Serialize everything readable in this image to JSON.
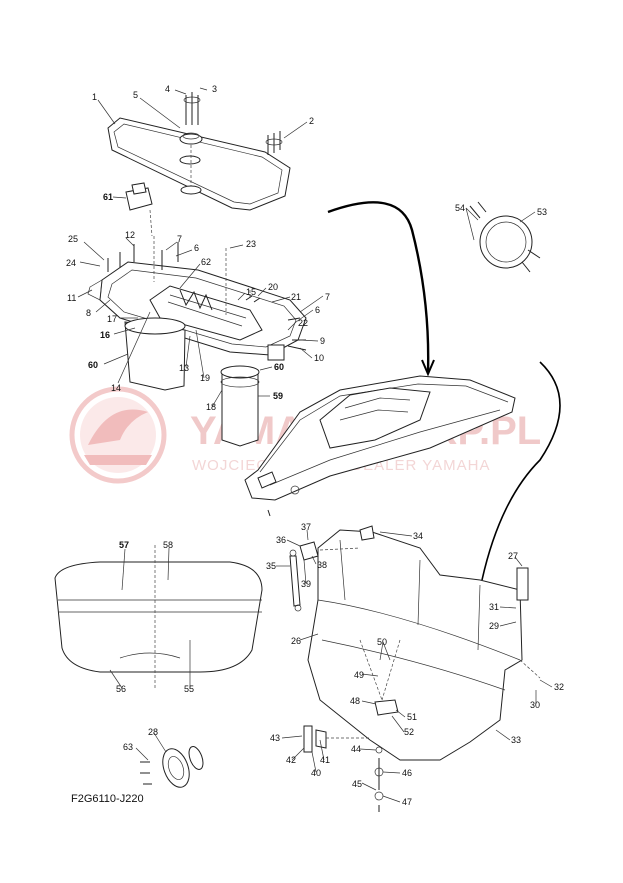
{
  "diagram": {
    "code": "F2G6110-J220",
    "watermark": {
      "brand": "YAMAHA-SERP.PL",
      "subtitle": "WOJCIECHOWSKI - DEALER YAMAHA"
    },
    "callouts": [
      {
        "id": "c1",
        "label": "1"
      },
      {
        "id": "c2",
        "label": "2"
      },
      {
        "id": "c3",
        "label": "3"
      },
      {
        "id": "c4",
        "label": "4"
      },
      {
        "id": "c5",
        "label": "5"
      },
      {
        "id": "c61",
        "label": "61"
      },
      {
        "id": "c25",
        "label": "25"
      },
      {
        "id": "c12",
        "label": "12"
      },
      {
        "id": "c7a",
        "label": "7"
      },
      {
        "id": "c6a",
        "label": "6"
      },
      {
        "id": "c23",
        "label": "23"
      },
      {
        "id": "c24",
        "label": "24"
      },
      {
        "id": "c62",
        "label": "62"
      },
      {
        "id": "c11",
        "label": "11"
      },
      {
        "id": "c8",
        "label": "8"
      },
      {
        "id": "c17",
        "label": "17"
      },
      {
        "id": "c16",
        "label": "16"
      },
      {
        "id": "c15",
        "label": "15"
      },
      {
        "id": "c20",
        "label": "20"
      },
      {
        "id": "c21",
        "label": "21"
      },
      {
        "id": "c7b",
        "label": "7"
      },
      {
        "id": "c6b",
        "label": "6"
      },
      {
        "id": "c22",
        "label": "22"
      },
      {
        "id": "c9",
        "label": "9"
      },
      {
        "id": "c10",
        "label": "10"
      },
      {
        "id": "c60a",
        "label": "60"
      },
      {
        "id": "c14",
        "label": "14"
      },
      {
        "id": "c13",
        "label": "13"
      },
      {
        "id": "c19",
        "label": "19"
      },
      {
        "id": "c60b",
        "label": "60"
      },
      {
        "id": "c18",
        "label": "18"
      },
      {
        "id": "c59",
        "label": "59"
      },
      {
        "id": "c54",
        "label": "54"
      },
      {
        "id": "c53",
        "label": "53"
      },
      {
        "id": "c37",
        "label": "37"
      },
      {
        "id": "c36",
        "label": "36"
      },
      {
        "id": "c38",
        "label": "38"
      },
      {
        "id": "c35",
        "label": "35"
      },
      {
        "id": "c39",
        "label": "39"
      },
      {
        "id": "c34",
        "label": "34"
      },
      {
        "id": "c27",
        "label": "27"
      },
      {
        "id": "c57",
        "label": "57"
      },
      {
        "id": "c58",
        "label": "58"
      },
      {
        "id": "c31",
        "label": "31"
      },
      {
        "id": "c29",
        "label": "29"
      },
      {
        "id": "c26",
        "label": "26"
      },
      {
        "id": "c50",
        "label": "50"
      },
      {
        "id": "c49",
        "label": "49"
      },
      {
        "id": "c32",
        "label": "32"
      },
      {
        "id": "c30",
        "label": "30"
      },
      {
        "id": "c48",
        "label": "48"
      },
      {
        "id": "c51",
        "label": "51"
      },
      {
        "id": "c52",
        "label": "52"
      },
      {
        "id": "c56",
        "label": "56"
      },
      {
        "id": "c55",
        "label": "55"
      },
      {
        "id": "c28",
        "label": "28"
      },
      {
        "id": "c43",
        "label": "43"
      },
      {
        "id": "c33",
        "label": "33"
      },
      {
        "id": "c63",
        "label": "63"
      },
      {
        "id": "c44",
        "label": "44"
      },
      {
        "id": "c42",
        "label": "42"
      },
      {
        "id": "c41",
        "label": "41"
      },
      {
        "id": "c40",
        "label": "40"
      },
      {
        "id": "c46",
        "label": "46"
      },
      {
        "id": "c45",
        "label": "45"
      },
      {
        "id": "c47",
        "label": "47"
      }
    ]
  }
}
